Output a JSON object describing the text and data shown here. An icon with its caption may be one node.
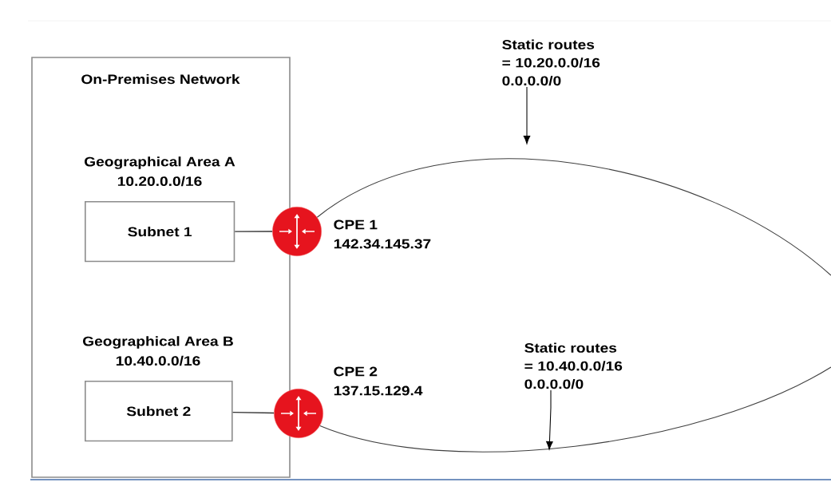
{
  "diagram": {
    "nodes": [
      {
        "text": [
          "On-Premises Network"
        ]
      },
      {
        "text": [
          "Subnet 1"
        ],
        "in": 0
      },
      {
        "text": [
          "Subnet 2"
        ],
        "in": 0
      },
      {
        "text": [],
        "shape": "circle",
        "beside": [
          "CPE 1",
          "142.34.145.37"
        ]
      },
      {
        "text": [],
        "shape": "circle",
        "beside": [
          "CPE 2",
          "137.15.129.4"
        ]
      },
      {
        "text": [
          "Static routes = 10.20.0.0/16 0.0.0.0/0"
        ]
      },
      {
        "text": [
          "Static routes = 10.40.0.0/16 0.0.0.0/0"
        ]
      }
    ],
    "edges": [
      {
        "from": 1,
        "to": 3,
        "arrow": "none"
      },
      {
        "from": 2,
        "to": 4,
        "arrow": "none"
      },
      {
        "from": 3,
        "to": null,
        "arrow": "none"
      },
      {
        "from": 4,
        "to": null,
        "arrow": "none"
      },
      {
        "from": 5,
        "to": null,
        "arrow": "to"
      },
      {
        "from": 6,
        "to": null,
        "arrow": "to"
      }
    ],
    "labels": [
      "Geographical Area A",
      "10.20.0.0/16",
      "Geographical Area B",
      "10.40.0.0/16"
    ]
  }
}
